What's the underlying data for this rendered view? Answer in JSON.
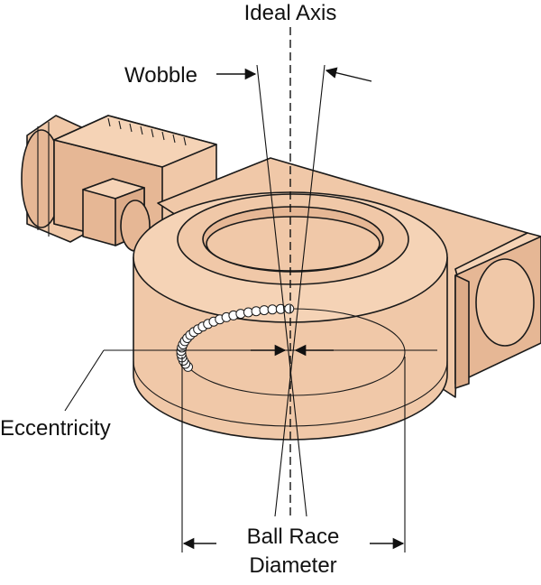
{
  "labels": {
    "ideal_axis": "Ideal Axis",
    "wobble": "Wobble",
    "eccentricity": "Eccentricity",
    "ball_race_line1": "Ball Race",
    "ball_race_line2": "Diameter"
  },
  "colors": {
    "body": "#f0c8a8",
    "body_shade": "#e6b795",
    "body_dark": "#dcab88",
    "outline": "#1a1a1a",
    "ball": "#ffffff"
  },
  "balls": {
    "count": 26
  }
}
